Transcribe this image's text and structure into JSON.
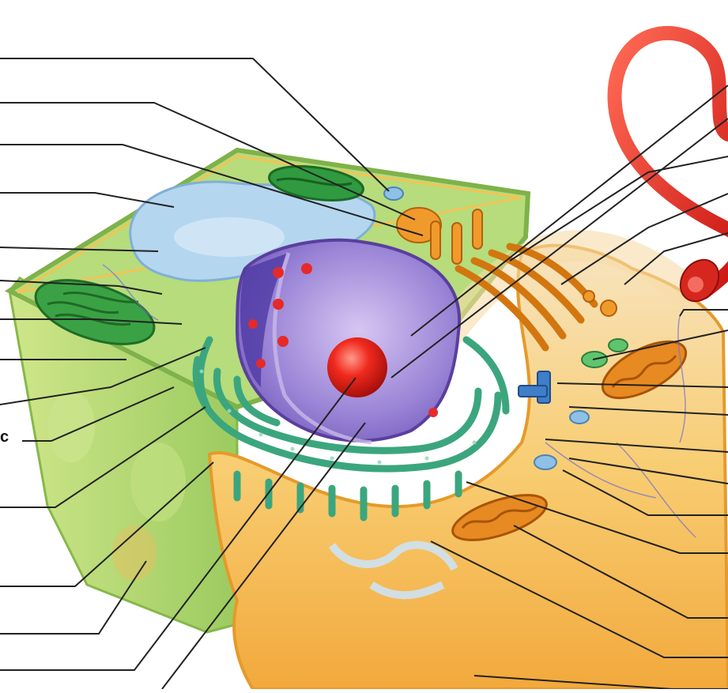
{
  "diagram": {
    "fragment_label": "c",
    "colors": {
      "plant_wall": "#9acd6a",
      "plant_cytoplasm": "#b9e07e",
      "animal_cytoplasm": "#f7c35a",
      "nucleus": "#8a73c9",
      "nucleolus": "#e02020",
      "er": "#3aa57c",
      "golgi": "#e58a1a",
      "mitochondria": "#d9751b",
      "chloroplast": "#2f8f3a",
      "vacuole": "#a8d0ee",
      "flagellum": "#e0261e",
      "leader_line": "#222222"
    },
    "icons": [
      "nucleus-shape",
      "nucleolus-shape",
      "chloroplast-shape",
      "mitochondrion-shape",
      "golgi-shape",
      "vacuole-shape",
      "flagellum-shape"
    ]
  }
}
